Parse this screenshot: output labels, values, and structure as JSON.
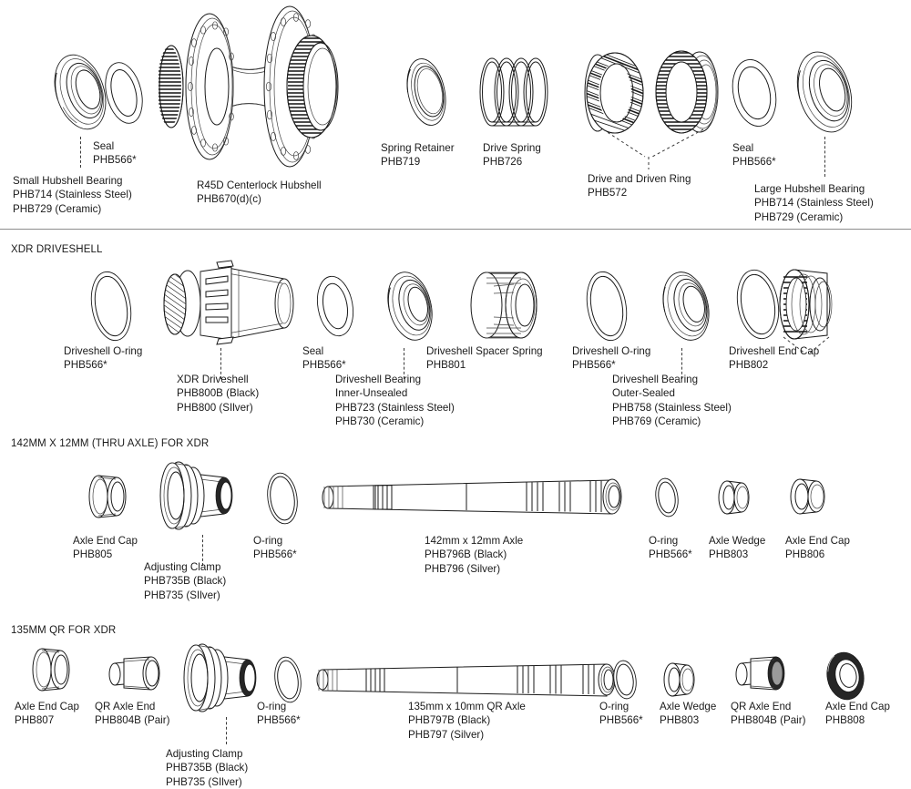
{
  "document": {
    "title": "Hub Exploded Parts Diagram",
    "background_color": "#ffffff",
    "line_color": "#1a1a1a"
  },
  "sections": [
    {
      "id": "hubshell",
      "title": "",
      "has_title": false,
      "parts": [
        {
          "name": "small-hubshell-bearing",
          "icon": "bearing-ring",
          "lines": [
            "Small Hubshell Bearing",
            "PHB714 (Stainless Steel)",
            "PHB729 (Ceramic)"
          ],
          "has_leader": true
        },
        {
          "name": "seal-left",
          "icon": "seal-ring",
          "lines": [
            "Seal",
            "PHB566*"
          ],
          "has_leader": false
        },
        {
          "name": "r45d-centerlock-hubshell",
          "icon": "hubshell",
          "lines": [
            "R45D Centerlock Hubshell",
            "PHB670(d)(c)"
          ],
          "has_leader": false
        },
        {
          "name": "spring-retainer",
          "icon": "retainer-ring",
          "lines": [
            "Spring Retainer",
            "PHB719"
          ],
          "has_leader": false
        },
        {
          "name": "drive-spring",
          "icon": "coil-spring",
          "lines": [
            "Drive Spring",
            "PHB726"
          ],
          "has_leader": false
        },
        {
          "name": "drive-and-driven-ring",
          "icon": "ratchet-ring-pair",
          "lines": [
            "Drive and Driven Ring",
            "PHB572"
          ],
          "has_leader": true
        },
        {
          "name": "seal-right",
          "icon": "seal-ring",
          "lines": [
            "Seal",
            "PHB566*"
          ],
          "has_leader": false
        },
        {
          "name": "large-hubshell-bearing",
          "icon": "bearing-ring",
          "lines": [
            "Large Hubshell Bearing",
            "PHB714 (Stainless Steel)",
            "PHB729 (Ceramic)"
          ],
          "has_leader": true
        }
      ]
    },
    {
      "id": "xdr-driveshell",
      "title": "XDR DRIVESHELL",
      "has_title": true,
      "parts": [
        {
          "name": "driveshell-o-ring-left",
          "icon": "o-ring",
          "lines": [
            "Driveshell O-ring",
            "PHB566*"
          ],
          "has_leader": false
        },
        {
          "name": "xdr-driveshell-body",
          "icon": "driveshell",
          "lines": [
            "XDR Driveshell",
            "PHB800B (Black)",
            "PHB800 (SIlver)"
          ],
          "has_leader": true
        },
        {
          "name": "driveshell-seal",
          "icon": "seal-ring",
          "lines": [
            "Seal",
            "PHB566*"
          ],
          "has_leader": false
        },
        {
          "name": "driveshell-bearing-inner",
          "icon": "bearing-ring",
          "lines": [
            "Driveshell Bearing",
            "Inner-Unsealed",
            "PHB723 (Stainless Steel)",
            "PHB730 (Ceramic)"
          ],
          "has_leader": true
        },
        {
          "name": "driveshell-spacer-spring",
          "icon": "spacer-spring",
          "lines": [
            "Driveshell Spacer Spring",
            "PHB801"
          ],
          "has_leader": false
        },
        {
          "name": "driveshell-o-ring-right",
          "icon": "o-ring",
          "lines": [
            "Driveshell O-ring",
            "PHB566*"
          ],
          "has_leader": false
        },
        {
          "name": "driveshell-bearing-outer",
          "icon": "bearing-ring",
          "lines": [
            "Driveshell Bearing",
            "Outer-Sealed",
            "PHB758 (Stainless Steel)",
            "PHB769 (Ceramic)"
          ],
          "has_leader": true
        },
        {
          "name": "driveshell-end-cap",
          "icon": "end-cap-threaded",
          "lines": [
            "Driveshell End Cap",
            "PHB802"
          ],
          "has_leader": true
        }
      ]
    },
    {
      "id": "thru-axle-142",
      "title": "142MM X 12MM (THRU AXLE) FOR XDR",
      "has_title": true,
      "parts": [
        {
          "name": "axle-end-cap-805",
          "icon": "end-cap-ring",
          "lines": [
            "Axle End Cap",
            "PHB805"
          ],
          "has_leader": false
        },
        {
          "name": "adjusting-clamp-142",
          "icon": "adjusting-clamp",
          "lines": [
            "Adjusting Clamp",
            "PHB735B (Black)",
            "PHB735 (SIlver)"
          ],
          "has_leader": true
        },
        {
          "name": "o-ring-left-142",
          "icon": "o-ring",
          "lines": [
            "O-ring",
            "PHB566*"
          ],
          "has_leader": false
        },
        {
          "name": "axle-142",
          "icon": "axle-tube",
          "lines": [
            "142mm x 12mm Axle",
            "PHB796B (Black)",
            "PHB796 (Silver)"
          ],
          "has_leader": false
        },
        {
          "name": "o-ring-right-142",
          "icon": "o-ring-small",
          "lines": [
            "O-ring",
            "PHB566*"
          ],
          "has_leader": false
        },
        {
          "name": "axle-wedge-142",
          "icon": "axle-wedge",
          "lines": [
            "Axle Wedge",
            "PHB803"
          ],
          "has_leader": false
        },
        {
          "name": "axle-end-cap-806",
          "icon": "end-cap-ring",
          "lines": [
            "Axle End Cap",
            "PHB806"
          ],
          "has_leader": false
        }
      ]
    },
    {
      "id": "qr-135",
      "title": "135MM QR FOR XDR",
      "has_title": true,
      "parts": [
        {
          "name": "axle-end-cap-807",
          "icon": "end-cap-ring",
          "lines": [
            "Axle End Cap",
            "PHB807"
          ],
          "has_leader": false
        },
        {
          "name": "qr-axle-end-left",
          "icon": "qr-axle-end",
          "lines": [
            "QR Axle End",
            "PHB804B (Pair)"
          ],
          "has_leader": false
        },
        {
          "name": "adjusting-clamp-135",
          "icon": "adjusting-clamp",
          "lines": [
            "Adjusting Clamp",
            "PHB735B (Black)",
            "PHB735 (SIlver)"
          ],
          "has_leader": true
        },
        {
          "name": "o-ring-left-135",
          "icon": "o-ring",
          "lines": [
            "O-ring",
            "PHB566*"
          ],
          "has_leader": false
        },
        {
          "name": "axle-135",
          "icon": "axle-tube",
          "lines": [
            "135mm x 10mm QR Axle",
            "PHB797B (Black)",
            "PHB797 (Silver)"
          ],
          "has_leader": false
        },
        {
          "name": "o-ring-right-135",
          "icon": "o-ring-small",
          "lines": [
            "O-ring",
            "PHB566*"
          ],
          "has_leader": false
        },
        {
          "name": "axle-wedge-135",
          "icon": "axle-wedge",
          "lines": [
            "Axle Wedge",
            "PHB803"
          ],
          "has_leader": false
        },
        {
          "name": "qr-axle-end-right",
          "icon": "qr-axle-end",
          "lines": [
            "QR Axle End",
            "PHB804B (Pair)"
          ],
          "has_leader": false
        },
        {
          "name": "axle-end-cap-808",
          "icon": "end-cap-dark",
          "lines": [
            "Axle End Cap",
            "PHB808"
          ],
          "has_leader": false
        }
      ]
    }
  ]
}
